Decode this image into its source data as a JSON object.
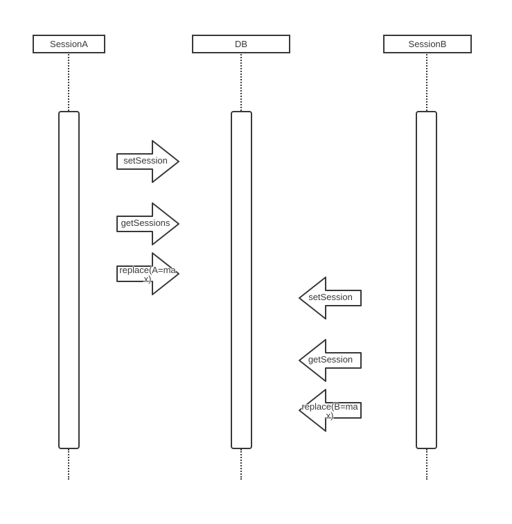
{
  "diagram": {
    "type": "sequence-diagram",
    "participants": [
      {
        "label": "SessionA"
      },
      {
        "label": "DB"
      },
      {
        "label": "SessionB"
      }
    ],
    "messages": [
      {
        "from": "SessionA",
        "to": "DB",
        "direction": "right",
        "label": "setSession"
      },
      {
        "from": "SessionA",
        "to": "DB",
        "direction": "right",
        "label": "getSessions"
      },
      {
        "from": "SessionA",
        "to": "DB",
        "direction": "right",
        "label": "replace(A=max)"
      },
      {
        "from": "SessionB",
        "to": "DB",
        "direction": "left",
        "label": "setSession"
      },
      {
        "from": "SessionB",
        "to": "DB",
        "direction": "left",
        "label": "getSession"
      },
      {
        "from": "SessionB",
        "to": "DB",
        "direction": "left",
        "label": "replace(B=max)"
      }
    ],
    "colors": {
      "stroke": "#383838",
      "fill": "#ffffff",
      "text": "#383838",
      "background": "#ffffff"
    }
  }
}
